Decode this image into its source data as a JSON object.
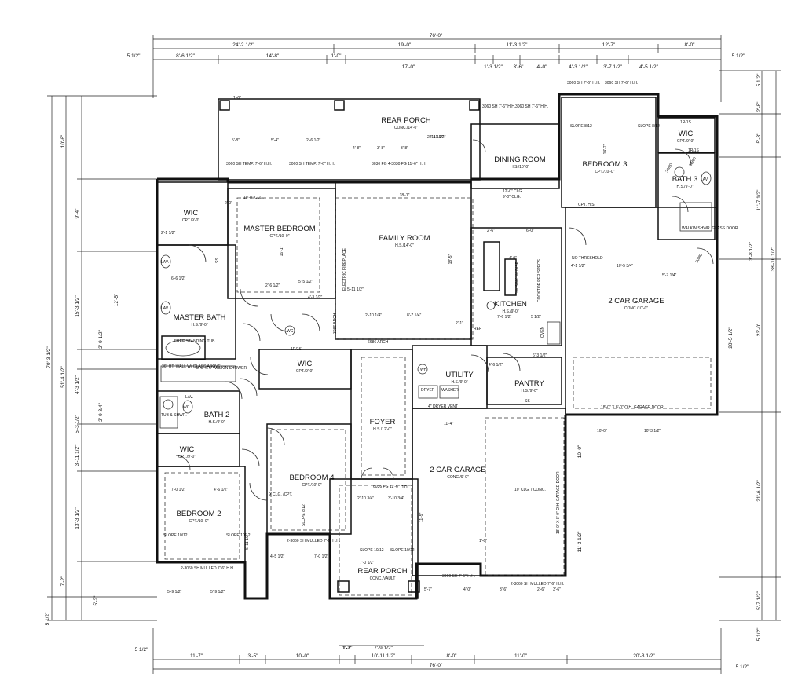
{
  "dimensions": {
    "top": {
      "overall": "76'-0\"",
      "row1": [
        "24'-2 1/2\"",
        "19'-0\"",
        "11'-3 1/2\"",
        "12'-7\"",
        "8'-0\""
      ],
      "row2": [
        "8'-6 1/2\"",
        "14'-8\"",
        "1'-0\"",
        "17'-0\"",
        "1'-3 1/2\"",
        "3'-6\"",
        "4'-0\"",
        "4'-3 1/2\"",
        "3'-7 1/2\"",
        "4'-5 1/2\""
      ],
      "left_offset": "5 1/2\"",
      "right_offset": "5 1/2\""
    },
    "bottom": {
      "overall": "76'-0\"",
      "row1": [
        "11'-7\"",
        "3'-5\"",
        "10'-0\"",
        "1'-7\"",
        "7'-9 1/2\"",
        "8'-0\"",
        "11'-0\"",
        "20'-3 1/2\""
      ],
      "row2": [
        "10'-11 1/2\""
      ],
      "left_offset": "5 1/2\"",
      "right_offset": "5 1/2\""
    },
    "left": [
      "10'-6\"",
      "9'-4\"",
      "12'-5\"",
      "15'-3 1/2\"",
      "2'-9 1/2\"",
      "4'-3 1/2\"",
      "2'-9 3/4\"",
      "5'-3 1/2\"",
      "3'-11 1/2\"",
      "13'-3 1/2\"",
      "7'-2\"",
      "70'-3 1/2\"",
      "51'-4 1/2\"",
      "5'-2\"",
      "5 1/2\""
    ],
    "right": [
      "5 1/2\"",
      "2'-8\"",
      "5'-3\"",
      "11'-7 1/2\"",
      "3'-8 1/2\"",
      "38'-10 1/2\"",
      "23'-0\"",
      "20'-5 1/2\"",
      "10'-0\"",
      "21'-6 1/2\"",
      "11'-3 1/2\"",
      "5'-7 1/2\"",
      "5 1/2\""
    ]
  },
  "rooms": [
    {
      "name": "REAR PORCH",
      "spec": "CONC./14'-0\""
    },
    {
      "name": "DINING ROOM",
      "spec": "H.S./10'-0\""
    },
    {
      "name": "BEDROOM 3",
      "spec": "CPT./10'-0\""
    },
    {
      "name": "WIC",
      "spec": "CPT./9'-0\""
    },
    {
      "name": "BATH 3",
      "spec": "H.S./9'-0\""
    },
    {
      "name": "WIC",
      "spec": "CPT./9'-0\""
    },
    {
      "name": "MASTER BEDROOM",
      "spec": "CPT./10'-0\""
    },
    {
      "name": "FAMILY ROOM",
      "spec": "H.S./14'-0\""
    },
    {
      "name": "KITCHEN",
      "spec": "H.S./9'-0\""
    },
    {
      "name": "2 CAR GARAGE",
      "spec": "CONC./10'-0\""
    },
    {
      "name": "MASTER BATH",
      "spec": "H.S./9'-0\""
    },
    {
      "name": "WIC",
      "spec": "CPT./9'-0\""
    },
    {
      "name": "UTILITY",
      "spec": "H.S./9'-0\""
    },
    {
      "name": "PANTRY",
      "spec": "H.S./9'-0\""
    },
    {
      "name": "BATH 2",
      "spec": "H.S./9'-0\""
    },
    {
      "name": "FOYER",
      "spec": "H.S./12'-0\""
    },
    {
      "name": "WIC",
      "spec": "CPT./9'-0\""
    },
    {
      "name": "BEDROOM 4",
      "spec": "CPT./10'-0\""
    },
    {
      "name": "2 CAR GARAGE",
      "spec": "CONC./9'-0\""
    },
    {
      "name": "BEDROOM 2",
      "spec": "CPT./10'-0\""
    },
    {
      "name": "REAR PORCH",
      "spec": "CONC./VAULT"
    }
  ],
  "notes": {
    "rear_porch_beam": "2'-11 1/2\"",
    "rear_porch_dims": [
      "5'-8\"",
      "5'-4\"",
      "2'-6 1/2\"",
      "4'-8\"",
      "3'-8\"",
      "3'-8\""
    ],
    "rear_windows": [
      "3060 SH TEMP. 7'-6\" H.H.",
      "3060 SH TEMP. 7'-6\" H.H.",
      "3060 SH 7'-6\" H.H.",
      "3060 SH 7'-6\" H.H."
    ],
    "dining_windows": [
      "3060 SH 7'-6\" H.H.",
      "3060 SH 7'-6\" H.H."
    ],
    "patio_door": "3030 FG 4-3030 FG 11'-6\" H.H.",
    "family_room_width": "18'-1\"",
    "family_room_depth": "18'-5\"",
    "electric_fireplace": "ELECTRIC FIREPLACE",
    "master_bed_width": "10'-0\" CLG.",
    "master_bed_depth": "16'-1\"",
    "dining_clg": "12'-0\" CLG.",
    "dining_clg2": "9'-0\" CLG.",
    "bedroom3_slopes": [
      "SLOPE 8/12",
      "SLOPE 8/12"
    ],
    "bedroom3_depth": "14'-7\"",
    "bedroom3_cpt_note": "CPT. H.S.",
    "wic3_sizes": [
      "1R/1S",
      "1R/1S",
      "30/80",
      "20/80"
    ],
    "bath3_lav": "LAV.",
    "bath3_door": "30/80",
    "bath3_shower": "WALKIN SHWR. GLASS DOOR",
    "no_threshold": "NO THRESHOLD",
    "garage_top_dims": [
      "10'-5 3/4\"",
      "5'-7 1/4\"",
      "4'-1 1/2\""
    ],
    "kitchen_cooktop": "COOKTOP PER SPECS",
    "kitchen_dw_sink": "DW SINK W/ DISP.",
    "kitchen_oven": "OVEN",
    "kitchen_ref": "REF",
    "kitchen_dims": [
      "2'-6\"",
      "6'-0\"",
      "4'-0\"",
      "7'-6 1/2\"",
      "5 1/2\""
    ],
    "master_bath_items": [
      "FREE STANDING TUB",
      "LAV.",
      "LAV.",
      "WC",
      "SS",
      "1R/1S"
    ],
    "master_bath_wall": "36\" HT. WALL W/ GLASS ABOVE",
    "master_bath_shower": "3'-6\" X 6' WALKIN SHOWER",
    "arch_6686": "6686 ARCH",
    "arch_3086": "3086 ARCH",
    "utility_items": [
      "DRYER",
      "WASHER",
      "WH",
      "SS"
    ],
    "utility_vent": "4\" DRYER VENT",
    "pantry_dims": [
      "4'-6 1/2\"",
      "6'-3 1/2\""
    ],
    "garage_door_top": "18'-0\" X 8'-0\" O.H. GARAGE DOOR",
    "garage_door_bottom": "18'-0\" X 8'-0\" O.H. GARAGE DOOR",
    "garage_clg": "10' CLG. / CONC.",
    "bath2_items": [
      "TUB & SHWR.",
      "LAV.",
      "WC"
    ],
    "foyer_door": "6036 FG 12'-6\" H.H.",
    "foyer_sidedims": [
      "2'-10 3/4\"",
      "3'-10 3/4\""
    ],
    "bedroom4_clg": "9' CLG. /CPT.",
    "bedroom4_slope": "SLOPE 8/12",
    "bedroom2_slopes": [
      "SLOPE 10/12",
      "SLOPE 10/12"
    ],
    "bedroom2_dims": [
      "7'-0 1/2\"",
      "4'-6 1/2\""
    ],
    "bedroom2_window": "2-3060 SH MULLED 7'-6\" H.H.",
    "bedroom4_window": "2-3060 SH MULLED 7'-6\" H.H.",
    "front_porch_slopes": [
      "SLOPE 10/12",
      "SLOPE 10/12"
    ],
    "garage_window": "3060 SH 7'-6\" H.H.",
    "garage_window2": "2-3060 SH MULLED 7'-6\" H.H.",
    "bottom_small_dims": [
      "5'-9 1/2\"",
      "5'-9 1/2\"",
      "4'-5 1/2\"",
      "7'-0 1/2\"",
      "5'-7\"",
      "4'-0\"",
      "3'-6\"",
      "2'-6\"",
      "3'-6\""
    ],
    "misc_dims": [
      "1'-0\"",
      "2'-0\"",
      "2'-11 1/2\"",
      "6'-6 1/2\"",
      "2'-1 1/2\"",
      "2'-6 1/2\"",
      "5'-5 1/2\"",
      "5'-11 1/2\"",
      "4'-3 1/2\"",
      "2'-10 1/4\"",
      "8'-7 1/4\"",
      "2'-1\"",
      "11'-4\"",
      "10'-0\"",
      "10'-3 1/2\"",
      "1'-6\"",
      "1'-7\"",
      "11'-5\"",
      "6'-11 1/2\"",
      "7'-0 1/2\""
    ]
  }
}
